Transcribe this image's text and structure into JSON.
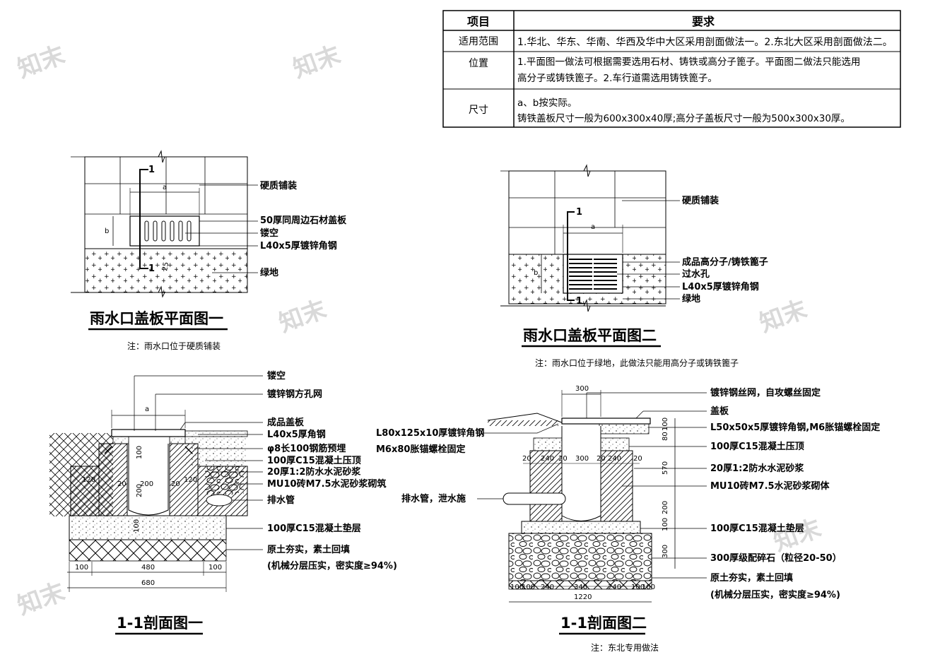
{
  "watermark": "知末",
  "table": {
    "header": {
      "item": "项目",
      "req": "要求"
    },
    "rows": [
      {
        "item": "适用范围",
        "lines": [
          "1.华北、华东、华南、华西及华中大区采用剖面做法一。2.东北大区采用剖面做法二。"
        ]
      },
      {
        "item": "位置",
        "lines": [
          "1.平面图一做法可根据需要选用石材、铸铁或高分子篦子。平面图二做法只能选用",
          "高分子或铸铁篦子。2.车行道需选用铸铁篦子。"
        ]
      },
      {
        "item": "尺寸",
        "lines": [
          "a、b按实际。",
          "铸铁盖板尺寸一般为600x300x40厚;高分子盖板尺寸一般为500x300x30厚。"
        ]
      }
    ]
  },
  "plan1": {
    "labels": [
      "硬质铺装",
      "50厚同周边石材盖板",
      "镂空",
      "L40x5厚镀锌角钢",
      "绿地"
    ],
    "dims": {
      "a": "a",
      "b": "b",
      "gap": "25",
      "cut": "1"
    },
    "title": "雨水口盖板平面图一",
    "note": "注：雨水口位于硬质铺装"
  },
  "plan2": {
    "labels": [
      "硬质铺装",
      "成品高分子/铸铁篦子",
      "过水孔",
      "L40x5厚镀锌角钢",
      "绿地"
    ],
    "dims": {
      "a": "a",
      "b": "b",
      "cut": "1"
    },
    "title": "雨水口盖板平面图二",
    "note": "注：雨水口位于绿地，此做法只能用高分子或铸铁篦子"
  },
  "sec1": {
    "labels": [
      "镂空",
      "镀锌钢方孔网",
      "成品盖板",
      "L40x5厚角钢",
      "φ8长100钢筋预埋",
      "100厚C15混凝土压顶",
      "20厚1:2防水水泥砂浆",
      "MU10砖M7.5水泥砂浆砌筑",
      "排水管",
      "100厚C15混凝土垫层",
      "原土夯实，素土回填",
      "(机械分层压实，密实度≥94%)"
    ],
    "dims": {
      "a": "a",
      "d120a": "120",
      "d20a": "20",
      "d200": "200",
      "d20b": "20",
      "d120b": "120",
      "v100": "100",
      "v200": "200",
      "v100b": "100",
      "b100a": "100",
      "b480": "480",
      "b100b": "100",
      "b680": "680"
    },
    "title": "1-1剖面图一"
  },
  "sec2": {
    "labels": [
      "镀锌钢丝网，自攻螺丝固定",
      "盖板",
      "L50x50x5厚镀锌角钢,M6胀锚螺栓固定",
      "100厚C15混凝土压顶",
      "20厚1:2防水水泥砂浆",
      "MU10砖M7.5水泥砂浆砌体",
      "100厚C15混凝土垫层",
      "300厚级配碎石（粒径20-50）",
      "原土夯实，素土回填",
      "(机械分层压实，密实度≥94%)"
    ],
    "left_labels": [
      "L80x125x10厚镀锌角钢",
      "M6x80胀锚螺栓固定",
      "排水管，泄水施"
    ],
    "dims": {
      "top300": "300",
      "r100a": "100",
      "r80": "80",
      "r570": "570",
      "r200": "200",
      "r100b": "100",
      "r300": "300",
      "t20a": "20",
      "t240a": "240",
      "t20b": "20",
      "t300": "300",
      "t20c": "20",
      "t240b": "240",
      "t20d": "20",
      "b100a": "100",
      "b100b": "100",
      "b240a": "240",
      "b340": "340",
      "b240b": "240",
      "b100c": "100",
      "b100d": "100",
      "b1220": "1220"
    },
    "title": "1-1剖面图二",
    "note": "注：东北专用做法"
  }
}
